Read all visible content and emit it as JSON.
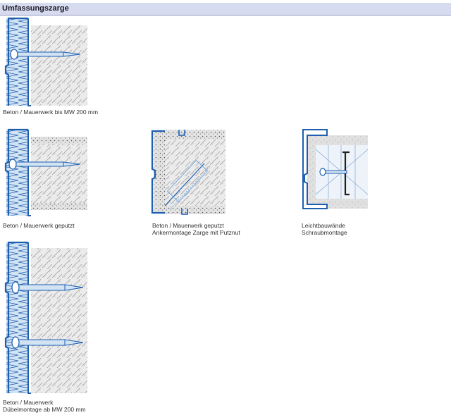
{
  "header": {
    "title": "Umfassungszarge"
  },
  "details": [
    {
      "caption_lines": [
        "Beton / Mauerwerk bis MW 200 mm"
      ]
    },
    {
      "caption_lines": [
        "Beton / Mauerwerk geputzt"
      ]
    },
    {
      "caption_lines": [
        "Beton / Mauerwerk geputzt",
        "Ankermontage Zarge mit Putznut"
      ]
    },
    {
      "caption_lines": [
        "Leichtbauwände",
        "Schraubmontage"
      ]
    },
    {
      "caption_lines": [
        "Beton / Mauerwerk",
        "Dübelmontage ab MW 200 mm"
      ]
    }
  ],
  "colors": {
    "frame_blue": "#1f5fb0",
    "insulation_bg": "#cfe1f3",
    "concrete": "#e6e6e6",
    "header_bg": "#d6dbef"
  }
}
